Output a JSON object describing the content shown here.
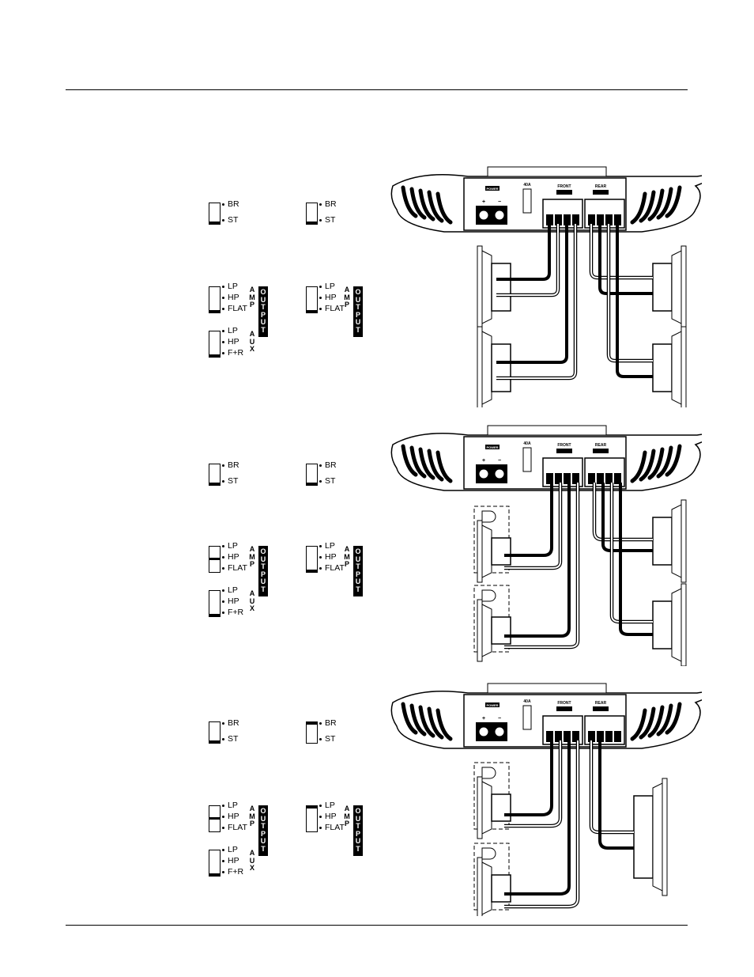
{
  "switches": {
    "br": "BR",
    "st": "ST",
    "lp": "LP",
    "hp": "HP",
    "flat": "FLAT",
    "fr": "F+R"
  },
  "vertical_labels": {
    "amp": "AMP",
    "aux": "AUX",
    "output": "OUTPUT"
  },
  "amp_panel": {
    "power": "POWER",
    "fuse": "40A",
    "front": "FRONT",
    "rear": "REAR",
    "plus": "+",
    "minus": "−"
  }
}
